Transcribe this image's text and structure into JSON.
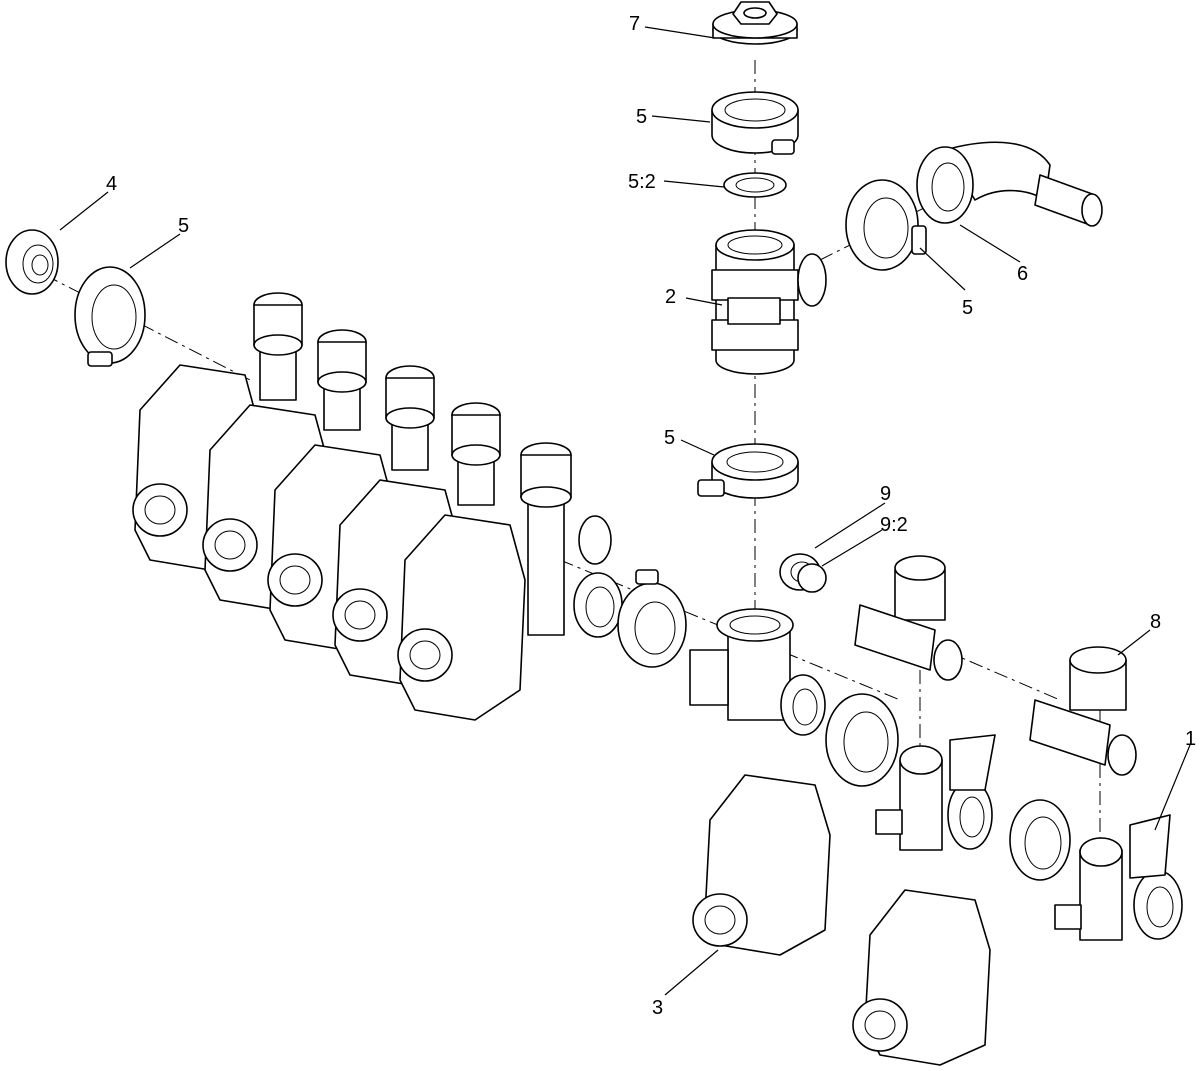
{
  "diagram": {
    "callouts": [
      {
        "id": "callout-7",
        "text": "7"
      },
      {
        "id": "callout-5-top",
        "text": "5"
      },
      {
        "id": "callout-5-2",
        "text": "5:2"
      },
      {
        "id": "callout-4",
        "text": "4"
      },
      {
        "id": "callout-5-left",
        "text": "5"
      },
      {
        "id": "callout-2",
        "text": "2"
      },
      {
        "id": "callout-6",
        "text": "6"
      },
      {
        "id": "callout-5-right",
        "text": "5"
      },
      {
        "id": "callout-5-mid",
        "text": "5"
      },
      {
        "id": "callout-9",
        "text": "9"
      },
      {
        "id": "callout-9-2",
        "text": "9:2"
      },
      {
        "id": "callout-8",
        "text": "8"
      },
      {
        "id": "callout-1",
        "text": "1"
      },
      {
        "id": "callout-3",
        "text": "3"
      }
    ]
  }
}
